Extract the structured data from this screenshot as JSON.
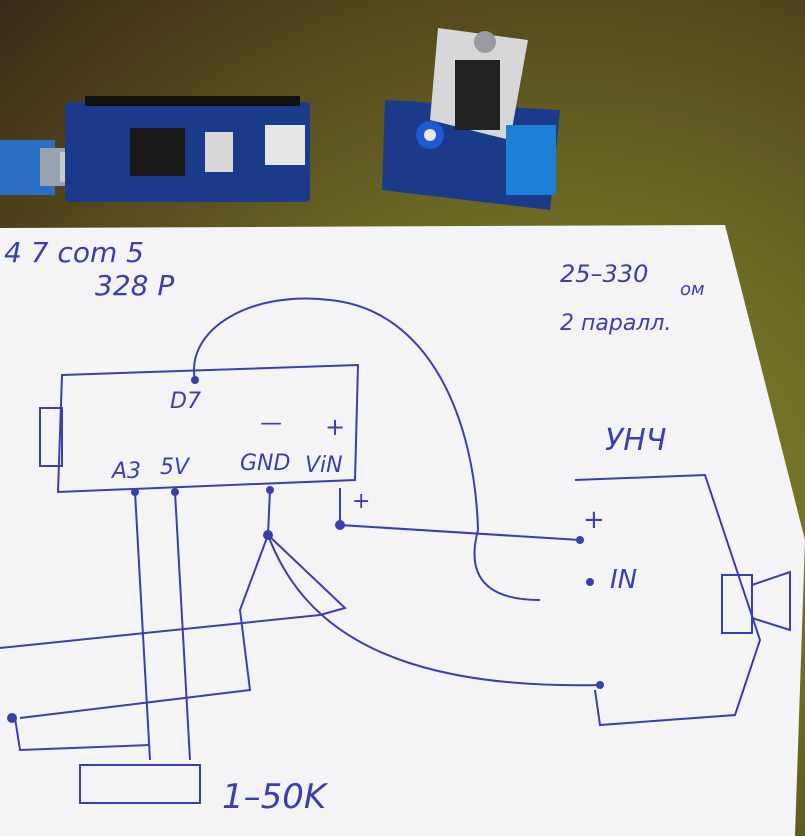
{
  "photo": {
    "description_labels": {
      "top_left": "4 7 com 5",
      "chip": "328 P",
      "top_right_1": "25–330",
      "top_right_unit": "ом",
      "top_right_2": "2 паралл.",
      "pin_d7": "D7",
      "pin_a3": "A3",
      "pin_5v": "5V",
      "pin_gnd": "GND",
      "pin_vin": "ViN",
      "minus": "—",
      "plus_top": "+",
      "plus_wire": "+",
      "amp_label": "УНЧ",
      "amp_plus": "+",
      "amp_in": "IN",
      "pot_label": "1–50K"
    },
    "colors": {
      "ink": "#3a3fb0",
      "paper": "#f4f4f6",
      "board": "#1b3a8a",
      "terminal": "#1e7fd6"
    }
  }
}
